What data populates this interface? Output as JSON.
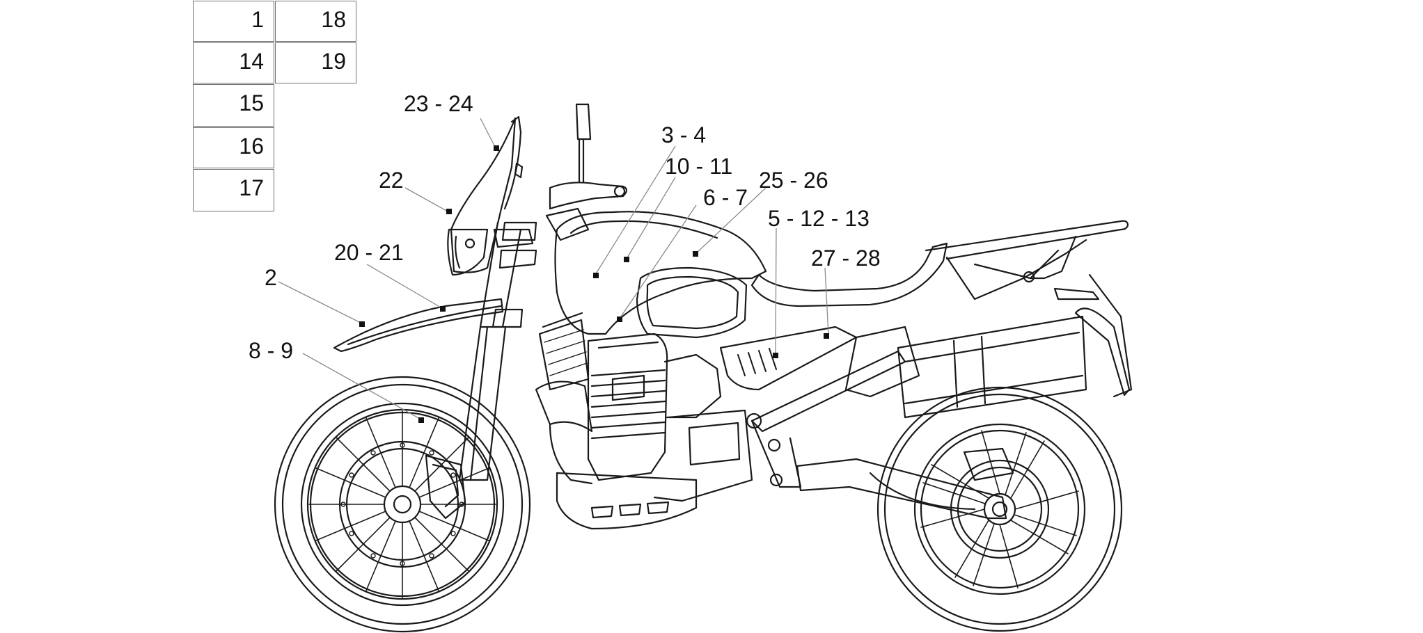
{
  "legend_boxes": [
    "1",
    "18",
    "14",
    "19",
    "15",
    "16",
    "17"
  ],
  "callouts": [
    "23 - 24",
    "22",
    "20 - 21",
    "2",
    "8 - 9",
    "3 - 4",
    "10 - 11",
    "6 - 7",
    "25 - 26",
    "5 - 12 - 13",
    "27 - 28"
  ],
  "colors": {
    "line": "#1a1a1a",
    "leader": "#8a8a8a",
    "box_border": "#707070"
  }
}
